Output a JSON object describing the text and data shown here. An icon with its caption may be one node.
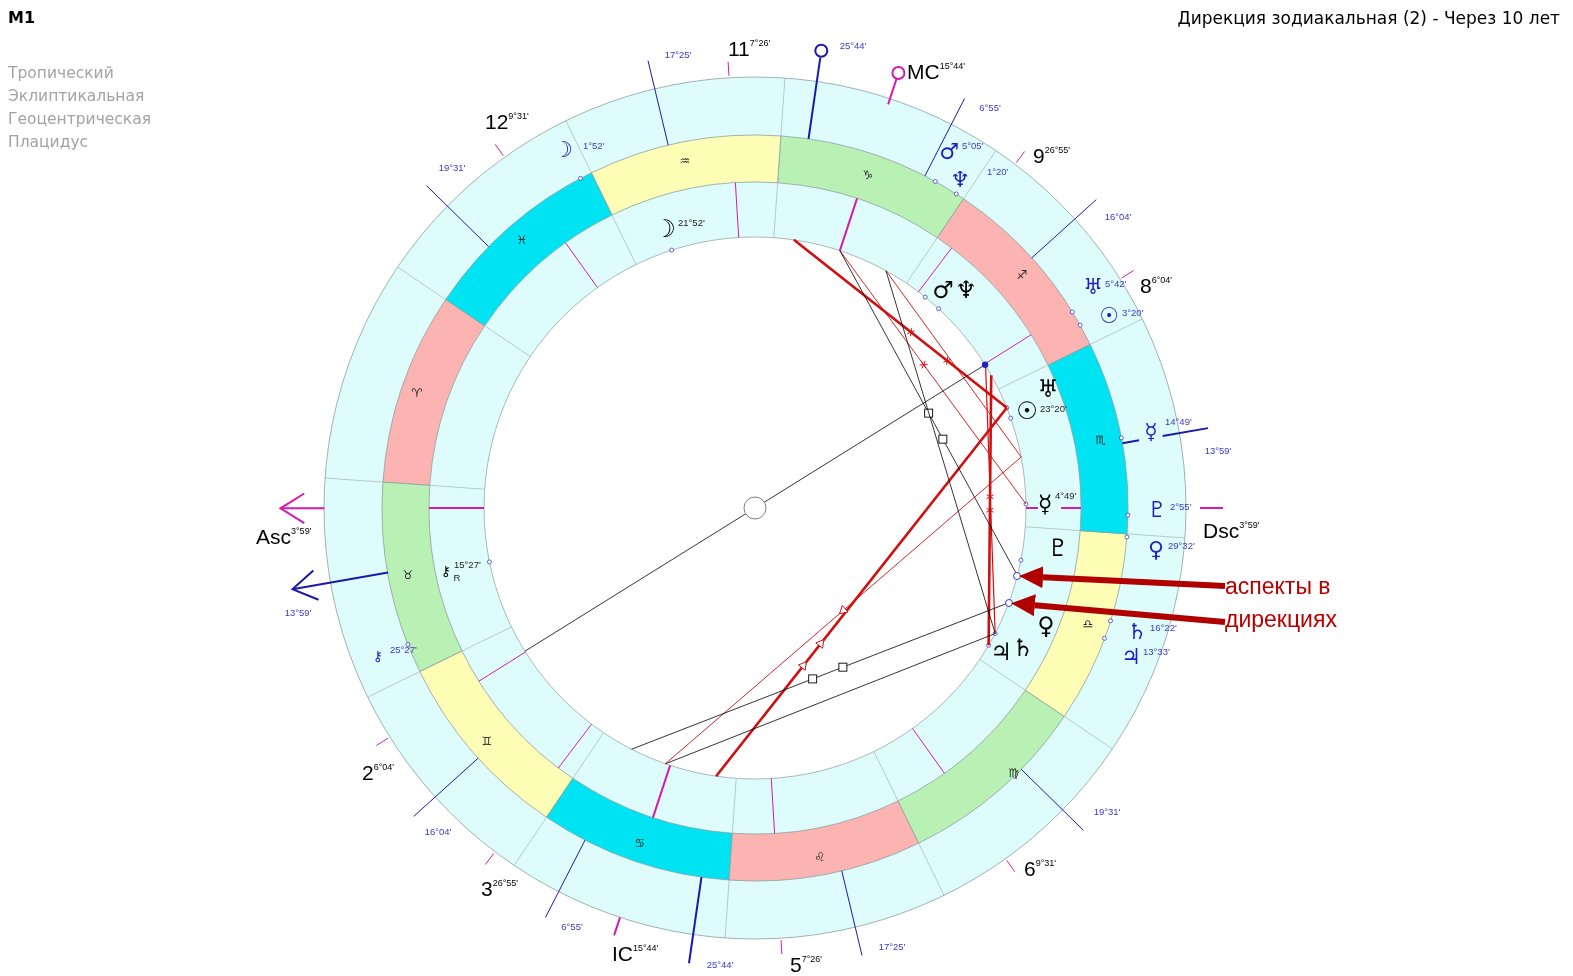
{
  "diagram": {
    "title": "Дирекция зодиакальная (2) - Через 10 лет",
    "nodes": [
      {
        "text": [
          "аспекты в дирекциях"
        ]
      },
      {
        "text": [],
        "shape": "circle"
      },
      {
        "text": [],
        "shape": "circle"
      }
    ],
    "edges": [
      {
        "from": 0,
        "to": 1,
        "arrow": "to"
      },
      {
        "from": 0,
        "to": 2,
        "arrow": "to"
      }
    ],
    "labels": [
      "M1",
      "17°25'",
      "11$^{7°26'}$",
      "25°44'",
      "Тропический",
      "MC$^{15°44'}$",
      "Эклиптикальная",
      "6°55'",
      "Геоцентрическая",
      "12$^{9°31'}$",
      "Плацидус",
      "☽",
      "1°52'",
      "♂",
      "5°05'",
      "9$^{26°55'}$",
      "19°31'",
      "♒",
      "♑",
      "♆",
      "1°20'",
      "16°04'",
      "♓",
      "☽",
      "21°52'",
      "♂",
      "♆",
      "♐",
      "♅",
      "5°42'",
      "8$^{6°04'}$",
      "☉",
      "3°20'",
      "♈",
      "♅",
      "☉",
      "23°20'",
      "♏",
      "☿",
      "14°49'",
      "13°59'",
      "☿",
      "4°49'",
      "♇",
      "2°55'",
      "Asc$^{3°59'}$",
      "Dsc$^{3°59'}$",
      "♇",
      "♀",
      "29°32'",
      "♉",
      "⚷",
      "15°27'",
      "R",
      "13°59'",
      "♀",
      "♎",
      "♄",
      "16°22'",
      "⚷",
      "25°27'",
      "♃",
      "♄",
      "♃",
      "13°33'",
      "♊",
      "2$^{6°04'}$",
      "♍",
      "19°31'",
      "16°04'",
      "♋",
      "♌",
      "3$^{26°55'}$",
      "6$^{9°31'}$",
      "6°55'",
      "IC$^{15°44'}$",
      "25°44'",
      "5$^{7°26'}$",
      "17°25'"
    ]
  }
}
